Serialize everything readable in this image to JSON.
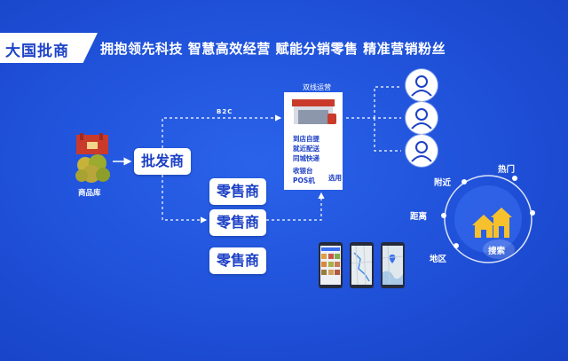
{
  "header": {
    "title": "大国批商",
    "slogan": "拥抱领先科技 智慧高效经营  赋能分销零售 精准营销粉丝"
  },
  "product": {
    "label": "商品库"
  },
  "wholesale": {
    "label": "批发商"
  },
  "retailers": [
    {
      "label": "零售商"
    },
    {
      "label": "零售商"
    },
    {
      "label": "零售商"
    }
  ],
  "flow": {
    "b2c_label": "B2C"
  },
  "channel": {
    "title": "双线运营",
    "services": [
      "到店自提",
      "就近配送",
      "同城快递",
      "收银台",
      "POS机"
    ],
    "optional_label": "选用"
  },
  "keywords": [
    "热门",
    "附近",
    "距离",
    "地区",
    "搜索"
  ],
  "colors": {
    "background": "#1f50d8",
    "accent": "#1c40c6",
    "store_red": "#c93a2b"
  }
}
